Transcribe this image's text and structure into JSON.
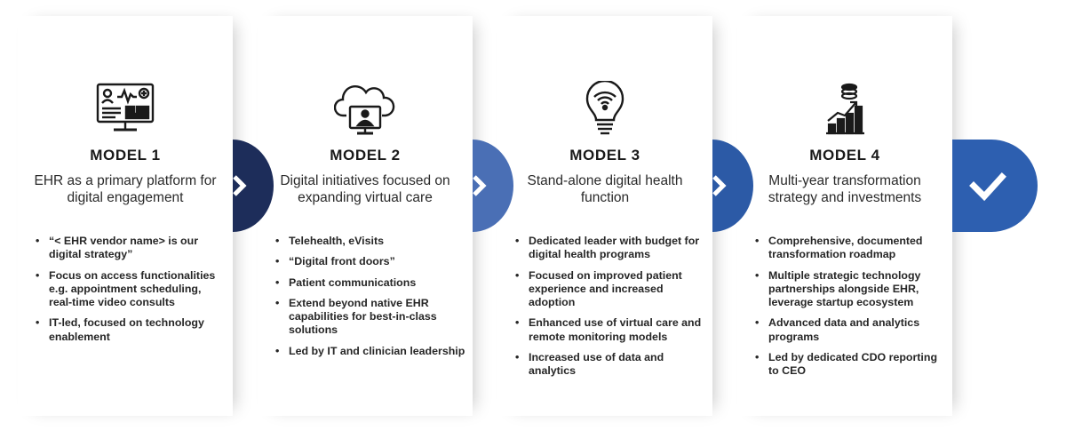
{
  "colors": {
    "tab_1": "#1d2d5a",
    "tab_2": "#4a6fb5",
    "tab_3": "#2c5aa6",
    "check_badge": "#2d5fb0",
    "icon_stroke": "#1a1a1a"
  },
  "models": [
    {
      "title": "MODEL 1",
      "description": "EHR as a primary platform for digital engagement",
      "icon": "ehr-monitor-icon",
      "bullets": [
        "“< EHR vendor name> is our digital strategy”",
        "Focus on access functionalities e.g. appointment scheduling, real-time video consults",
        "IT-led, focused on technology enablement"
      ]
    },
    {
      "title": "MODEL 2",
      "description": "Digital initiatives focused on expanding virtual care",
      "icon": "cloud-telehealth-icon",
      "bullets": [
        "Telehealth, eVisits",
        "“Digital front doors”",
        "Patient communications",
        "Extend beyond native EHR capabilities for best-in-class solutions",
        "Led by IT and clinician leadership"
      ]
    },
    {
      "title": "MODEL 3",
      "description": "Stand-alone digital health function",
      "icon": "wireless-lightbulb-icon",
      "bullets": [
        "Dedicated leader with budget for digital health programs",
        "Focused on improved patient experience and increased adoption",
        "Enhanced use of virtual care and remote monitoring models",
        "Increased use of data and analytics"
      ]
    },
    {
      "title": "MODEL 4",
      "description": "Multi-year transformation strategy and investments",
      "icon": "growth-chart-icon",
      "bullets": [
        "Comprehensive,  documented transformation roadmap",
        "Multiple strategic technology partnerships alongside EHR, leverage startup ecosystem",
        "Advanced data and analytics programs",
        "Led by dedicated CDO reporting to CEO"
      ]
    }
  ],
  "final_badge": {
    "icon": "checkmark-icon"
  }
}
